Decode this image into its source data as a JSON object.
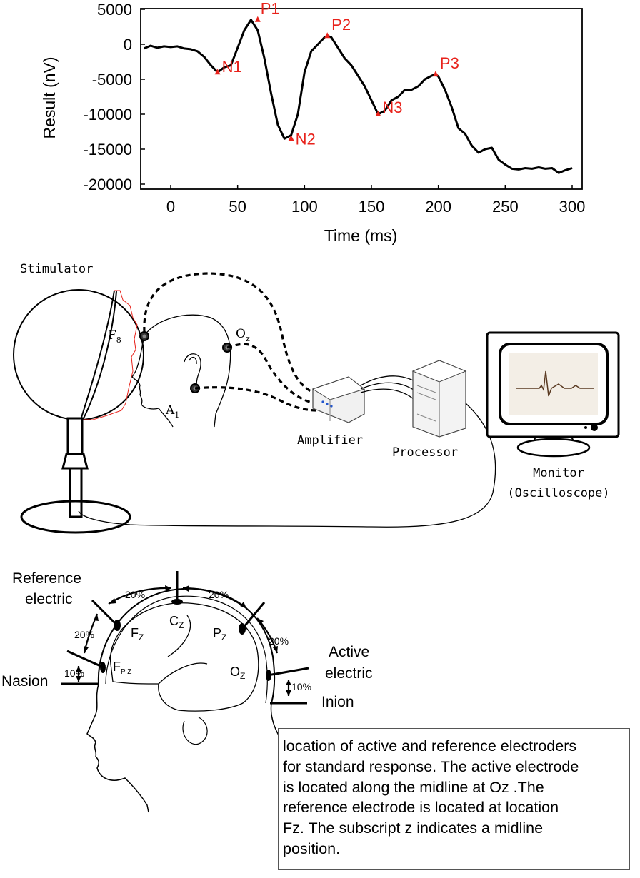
{
  "chart_data": {
    "type": "line",
    "xlabel": "Time (ms)",
    "ylabel": "Result (nV)",
    "xlim": [
      -20,
      300
    ],
    "ylim": [
      -20000,
      5000
    ],
    "x_ticks": [
      0,
      50,
      100,
      150,
      200,
      250,
      300
    ],
    "y_ticks": [
      5000,
      0,
      -5000,
      -10000,
      -15000,
      -20000
    ],
    "x_tick_labels": [
      "0",
      "50",
      "100",
      "150",
      "200",
      "250",
      "300"
    ],
    "y_tick_labels": [
      "5000",
      "0",
      "-5000",
      "-10000",
      "-15000",
      "-20000"
    ],
    "series": [
      {
        "x": [
          -20,
          -15,
          -10,
          -5,
          0,
          5,
          10,
          15,
          20,
          25,
          30,
          35,
          40,
          45,
          50,
          55,
          60,
          65,
          70,
          75,
          80,
          85,
          90,
          95,
          100,
          105,
          110,
          115,
          117,
          120,
          125,
          130,
          135,
          140,
          145,
          150,
          155,
          160,
          165,
          170,
          175,
          180,
          185,
          190,
          195,
          198,
          200,
          205,
          210,
          215,
          220,
          225,
          230,
          235,
          240,
          245,
          250,
          255,
          260,
          265,
          270,
          275,
          280,
          285,
          290,
          295,
          300
        ],
        "y": [
          -600,
          -200,
          -500,
          -300,
          -400,
          -300,
          -600,
          -700,
          -1000,
          -1800,
          -3000,
          -4000,
          -3300,
          -3000,
          -500,
          2000,
          3500,
          2000,
          -2000,
          -7000,
          -11500,
          -13500,
          -13000,
          -10000,
          -4000,
          -1000,
          0,
          1000,
          1200,
          1000,
          -500,
          -2000,
          -3000,
          -4500,
          -6000,
          -8000,
          -10000,
          -9500,
          -8000,
          -7500,
          -6500,
          -6500,
          -6000,
          -5000,
          -4500,
          -4300,
          -4600,
          -6500,
          -9000,
          -12000,
          -12800,
          -14500,
          -15500,
          -15000,
          -14800,
          -16500,
          -17200,
          -17800,
          -17900,
          -17700,
          -17800,
          -17600,
          -17800,
          -17700,
          -18400,
          -18000,
          -17700
        ]
      }
    ],
    "annotations": [
      {
        "label": "N1",
        "x": 35,
        "y": -4000
      },
      {
        "label": "P1",
        "x": 65,
        "y": 3500
      },
      {
        "label": "N2",
        "x": 90,
        "y": -13500
      },
      {
        "label": "P2",
        "x": 117,
        "y": 1200
      },
      {
        "label": "N3",
        "x": 155,
        "y": -10000
      },
      {
        "label": "P3",
        "x": 198,
        "y": -4300
      }
    ],
    "annotation_color": "#e8221b"
  },
  "setup": {
    "stimulator_label": "Stimulator",
    "f8_label": "F",
    "f8_sub": "8",
    "oz_label": "O",
    "oz_sub": "z",
    "a1_label": "A",
    "a1_sub": "1",
    "amplifier_label": "Amplifier",
    "processor_label": "Processor",
    "monitor_label": "Monitor",
    "oscilloscope_label": "(Oscilloscope)"
  },
  "head": {
    "reference_line1": "Reference",
    "reference_line2": "electric",
    "active_line1": "Active",
    "active_line2": "electric",
    "nasion": "Nasion",
    "inion": "Inion",
    "pct_20_a": "20%",
    "pct_20_b": "20%",
    "pct_20_c": "20%",
    "pct_20_d": "20%",
    "pct_10_a": "10%",
    "pct_10_b": "10%",
    "fz": "F",
    "fz_sub": "Z",
    "cz": "C",
    "cz_sub": "Z",
    "pz": "P",
    "pz_sub": "Z",
    "fpz": "F",
    "fpz_sub": "P Z",
    "oz": "O",
    "oz_sub": "Z"
  },
  "caption": "location of active and reference electroders\nfor standard response. The active electrode\nis located along the midline at Oz .The\nreference electrode is located  at location\nFz. The subscript z indicates a midline\nposition."
}
